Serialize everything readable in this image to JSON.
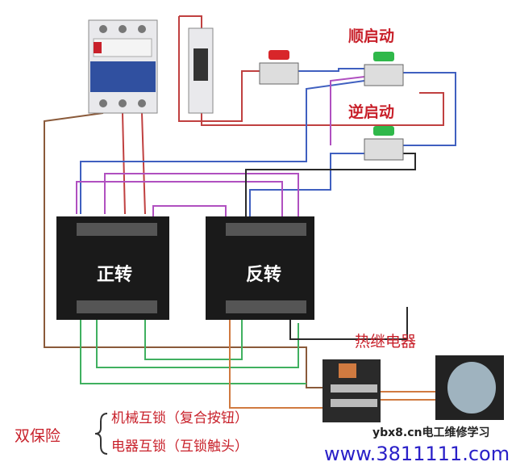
{
  "labels": {
    "forward_start": "顺启动",
    "reverse_start": "逆启动",
    "forward_contactor": "正转",
    "reverse_contactor": "反转",
    "thermal_relay": "热继电器",
    "double_protection": "双保险",
    "mechanical_interlock": "机械互锁（复合按钮）",
    "electrical_interlock": "电器互锁（互锁触头）"
  },
  "watermark": {
    "site_cn": "ybx8.cn电工维修学习",
    "site_url": "www.3811111.com"
  },
  "colors": {
    "label_red": "#c8202a",
    "stop_button": "#d8262a",
    "start_button": "#2fb84a",
    "contactor_body": "#1a1a1a",
    "wires": [
      "#8a5a3a",
      "#c04040",
      "#4060c0",
      "#b050c0",
      "#40b060",
      "#2a2a2a",
      "#d07a40"
    ]
  }
}
